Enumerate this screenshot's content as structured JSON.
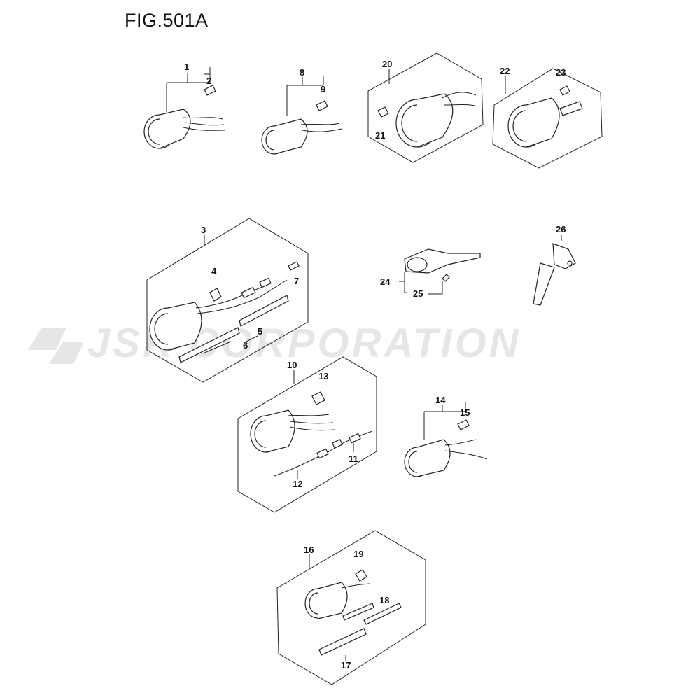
{
  "figure": {
    "title": "FIG.501A"
  },
  "watermark": {
    "text": "JSR CORPORATION"
  },
  "callouts": [
    "1",
    "2",
    "3",
    "4",
    "5",
    "6",
    "7",
    "8",
    "9",
    "10",
    "11",
    "12",
    "13",
    "14",
    "15",
    "16",
    "17",
    "18",
    "19",
    "20",
    "21",
    "22",
    "23",
    "24",
    "25",
    "26"
  ]
}
